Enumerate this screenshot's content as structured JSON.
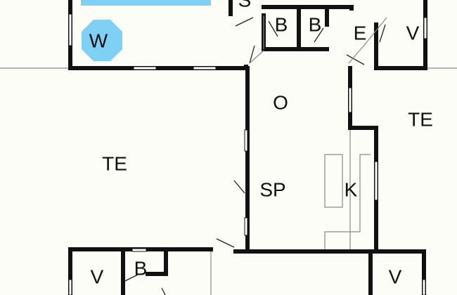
{
  "colors": {
    "water": "#7fd0f5",
    "wall": "#111111",
    "background": "#fdfdf8"
  },
  "rooms": {
    "pool_label": "W",
    "sauna": "S",
    "bath_1": "B",
    "bath_2": "B",
    "entrance": "E",
    "bedroom_top_right": "V",
    "open_area": "O",
    "terrace_left": "TE",
    "terrace_right": "TE",
    "dining": "SP",
    "kitchen": "K",
    "bedroom_bottom_left": "V",
    "bath_bottom": "B",
    "bedroom_bottom_right": "V"
  }
}
